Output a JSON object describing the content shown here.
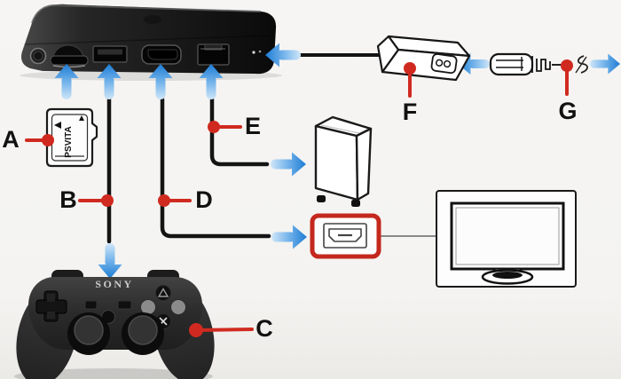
{
  "callouts": {
    "a": {
      "label": "A",
      "target": "memory-card"
    },
    "b": {
      "label": "B",
      "target": "usb-cable"
    },
    "c": {
      "label": "C",
      "target": "wireless-controller"
    },
    "d": {
      "label": "D",
      "target": "hdmi-cable"
    },
    "e": {
      "label": "E",
      "target": "lan-cable"
    },
    "f": {
      "label": "F",
      "target": "ac-adapter"
    },
    "g": {
      "label": "G",
      "target": "power-cord"
    }
  },
  "texts": {
    "controller_brand": "SONY",
    "memory_card_logo": "PSVITA"
  },
  "icons": [
    "console-device",
    "power-button-icon",
    "memory-card-slot-icon",
    "usb-port-icon",
    "hdmi-port-icon",
    "lan-port-icon",
    "memory-card",
    "game-controller",
    "ac-adapter",
    "power-cord-plug",
    "cable-break-icon",
    "router-box",
    "hdmi-input-port",
    "tv-set",
    "blue-arrow-icon",
    "callout-dot"
  ],
  "colors": {
    "background": "#f4f3f1",
    "callout_red": "#d02a20",
    "hdmi_box_red": "#c4281d",
    "arrow_blue_light": "#cfe6f8",
    "arrow_blue_dark": "#1c7cd4",
    "line_black": "#141414"
  }
}
